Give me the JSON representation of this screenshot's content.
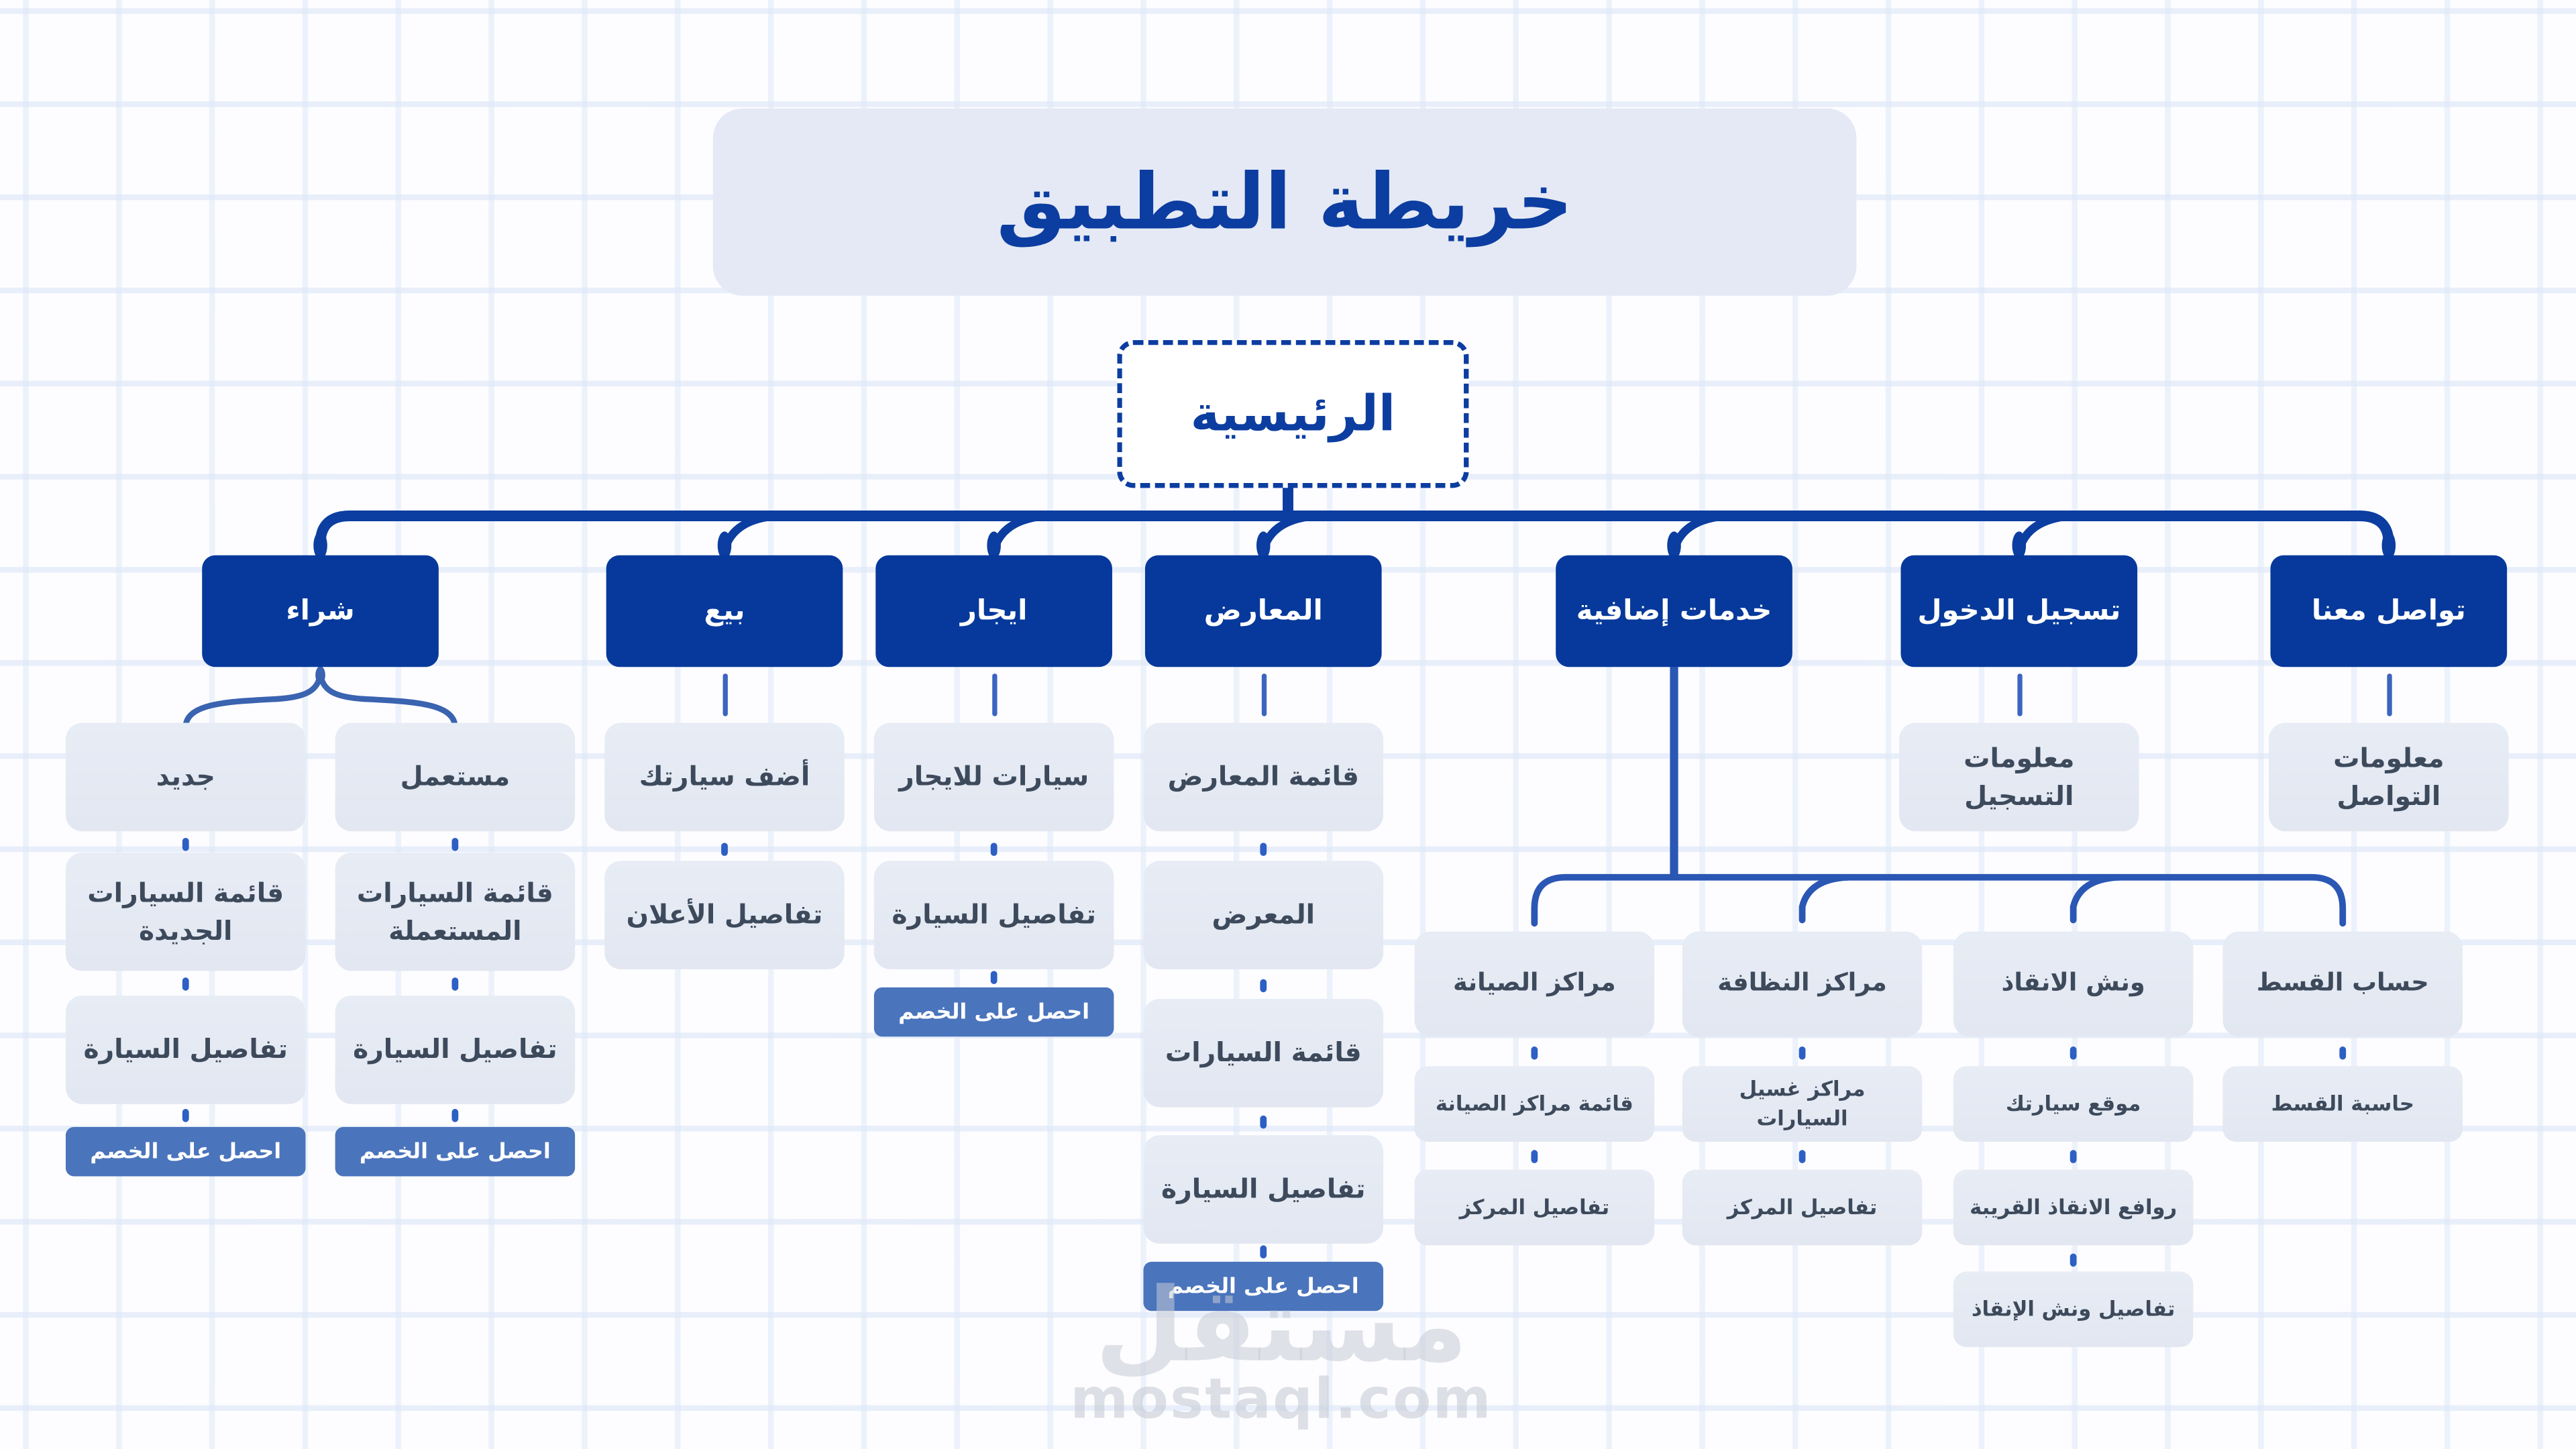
{
  "title": {
    "text": "خريطة التطبيق"
  },
  "root": {
    "label": "الرئيسية"
  },
  "main": {
    "buy": "شراء",
    "sell": "بيع",
    "rent": "ايجار",
    "showrooms": "المعارض",
    "services": "خدمات إضافية",
    "login": "تسجيل الدخول",
    "contact": "تواصل معنا"
  },
  "buy": {
    "new": {
      "s1": "جديد",
      "s2": "قائمة السيارات الجديدة",
      "s3": "تفاصيل السيارة",
      "cta": "احصل على الخصم"
    },
    "used": {
      "s1": "مستعمل",
      "s2": "قائمة السيارات المستعملة",
      "s3": "تفاصيل السيارة",
      "cta": "احصل على الخصم"
    }
  },
  "sell": {
    "s1": "أضف سيارتك",
    "s2": "تفاصيل الأعلان"
  },
  "rent": {
    "s1": "سيارات للايجار",
    "s2": "تفاصيل السيارة",
    "cta": "احصل على الخصم"
  },
  "showrooms": {
    "s1": "قائمة المعارض",
    "s2": "المعرض",
    "s3": "قائمة السيارات",
    "s4": "تفاصيل السيارة",
    "cta": "احصل على الخصم"
  },
  "services": {
    "maintenance": {
      "s1": "مراكز الصيانة",
      "s2": "قائمة مراكز الصيانة",
      "s3": "تفاصيل المركز"
    },
    "cleaning": {
      "s1": "مراكز النظافة",
      "s2": "مراكز غسيل السيارات",
      "s3": "تفاصيل المركز"
    },
    "rescue": {
      "s1": "ونش الانقاذ",
      "s2": "موقع سيارتك",
      "s3": "روافع الانقاذ القريبة",
      "s4": "تفاصيل ونش الإنقاذ"
    },
    "installment": {
      "s1": "حساب القسط",
      "s2": "حاسبة القسط"
    }
  },
  "login": {
    "s1": "معلومات التسجيل"
  },
  "contact": {
    "s1": "معلومات التواصل"
  },
  "watermark": {
    "logo": "مستقل",
    "site": "mostaql.com"
  },
  "colors": {
    "navy": "#06399b",
    "cta_blue": "#4a74bc",
    "light_box": "#e4e9f3",
    "box_text": "#3d4a5c",
    "connector": "#3b65c0",
    "dash": "#2d5fc4",
    "title_bg": "#e4e9f5",
    "grid_line": "#e7edf7",
    "background": "#fdfdff"
  }
}
